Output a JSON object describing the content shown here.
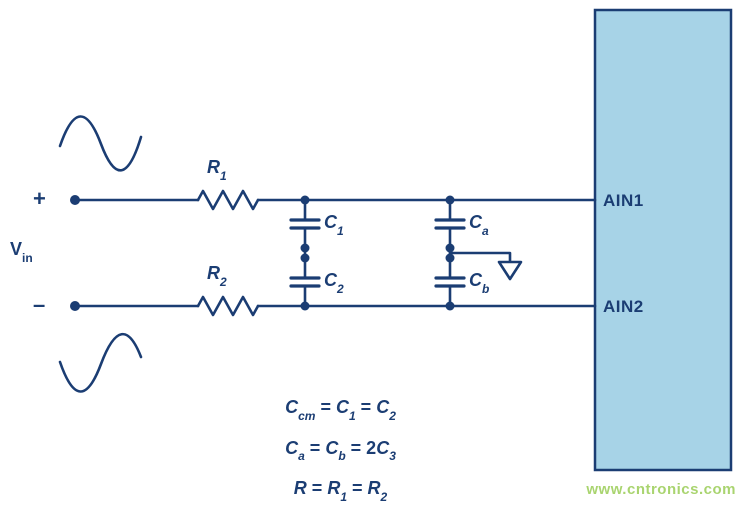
{
  "colors": {
    "line": "#1b3d73",
    "adc_fill": "#a7d3e7",
    "watermark_green": "#8cc63f"
  },
  "source": {
    "plus": "+",
    "minus": "–",
    "vin_main": "V",
    "vin_sub": "in"
  },
  "labels": {
    "r1": {
      "main": "R",
      "sub": "1"
    },
    "r2": {
      "main": "R",
      "sub": "2"
    },
    "c1": {
      "main": "C",
      "sub": "1"
    },
    "c2": {
      "main": "C",
      "sub": "2"
    },
    "ca": {
      "main": "C",
      "sub": "a"
    },
    "cb": {
      "main": "C",
      "sub": "b"
    }
  },
  "adc": {
    "ain1": "AIN1",
    "ain2": "AIN2"
  },
  "equations": [
    {
      "m1": "C",
      "s1": "cm",
      "op1": " = ",
      "m2": "C",
      "s2": "1",
      "op2": " = ",
      "m3": "C",
      "s3": "2"
    },
    {
      "m1": "C",
      "s1": "a",
      "op1": " = ",
      "m2": "C",
      "s2": "b",
      "op2": " = 2",
      "m3": "C",
      "s3": "3"
    },
    {
      "m1": "R",
      "s1": "",
      "op1": " = ",
      "m2": "R",
      "s2": "1",
      "op2": " = ",
      "m3": "R",
      "s3": "2"
    }
  ],
  "watermark": "www.cntronics.com"
}
